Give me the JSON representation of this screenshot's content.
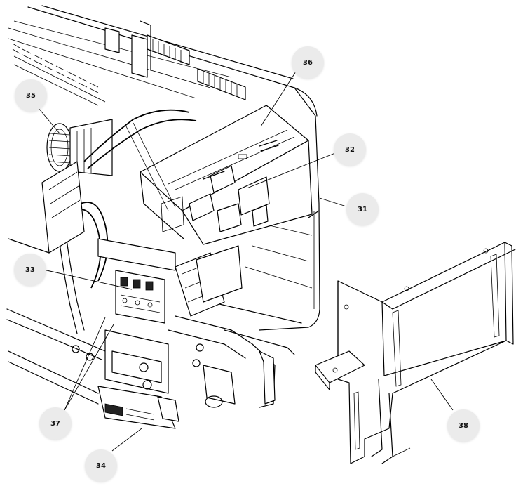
{
  "callouts": [
    {
      "id": "c31",
      "label": "31"
    },
    {
      "id": "c32",
      "label": "32"
    },
    {
      "id": "c33",
      "label": "33"
    },
    {
      "id": "c34",
      "label": "34"
    },
    {
      "id": "c35",
      "label": "35"
    },
    {
      "id": "c36",
      "label": "36"
    },
    {
      "id": "c37",
      "label": "37"
    },
    {
      "id": "c38",
      "label": "38"
    }
  ]
}
